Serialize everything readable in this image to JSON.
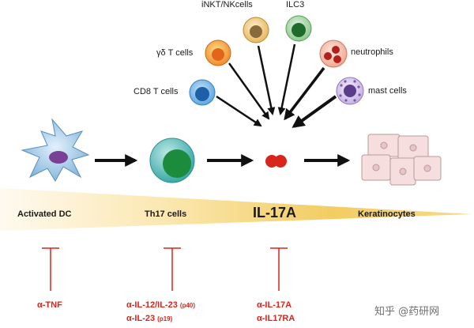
{
  "cells": {
    "inkt_nk": "iNKT/NKcells",
    "ilc3": "ILC3",
    "gd_t": "γδ T cells",
    "neutrophils": "neutrophils",
    "cd8_t": "CD8 T cells",
    "mast": "mast cells"
  },
  "bar": {
    "activated_dc": "Activated DC",
    "th17": "Th17 cells",
    "il17a": "IL-17A",
    "keratinocytes": "Keratinocytes"
  },
  "drugs": {
    "tnf": "α-TNF",
    "il12_23": "α-IL-12/IL-23",
    "il12_23_note": "(p40)",
    "il23": "α-IL-23",
    "il23_note": "(p19)",
    "il17a": "α-IL-17A",
    "il17ra": "α-IL17RA"
  },
  "watermark": "知乎 @药研网",
  "colors": {
    "inhibitor": "#d9261c",
    "gradient_start": "#fdf0c8",
    "gradient_end": "#f0c24a",
    "arrow": "#111111"
  }
}
